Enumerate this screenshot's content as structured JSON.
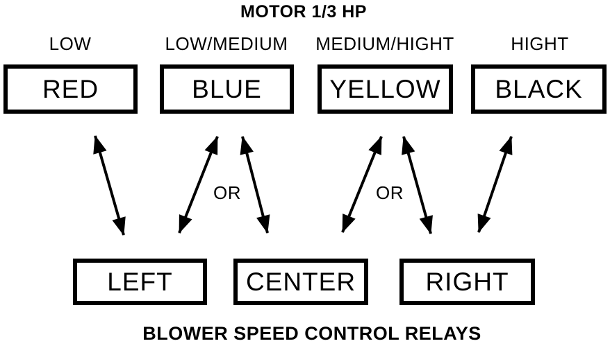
{
  "diagram": {
    "title": "MOTOR 1/3 HP",
    "footer": "BLOWER SPEED CONTROL RELAYS",
    "or_label": "OR",
    "colors": {
      "line": "#000000",
      "text": "#000000",
      "background": "#ffffff"
    }
  },
  "motor": {
    "terminals": [
      {
        "speed": "LOW",
        "wire": "RED"
      },
      {
        "speed": "LOW/MEDIUM",
        "wire": "BLUE"
      },
      {
        "speed": "MEDIUM/HIGHT",
        "wire": "YELLOW"
      },
      {
        "speed": "HIGHT",
        "wire": "BLACK"
      }
    ]
  },
  "relays": [
    {
      "label": "LEFT"
    },
    {
      "label": "CENTER"
    },
    {
      "label": "RIGHT"
    }
  ],
  "connections": [
    {
      "from": "RED",
      "to": "LEFT"
    },
    {
      "from": "BLUE",
      "to": "LEFT"
    },
    {
      "from": "BLUE",
      "to": "CENTER"
    },
    {
      "from": "YELLOW",
      "to": "CENTER"
    },
    {
      "from": "YELLOW",
      "to": "RIGHT"
    },
    {
      "from": "BLACK",
      "to": "RIGHT"
    }
  ]
}
